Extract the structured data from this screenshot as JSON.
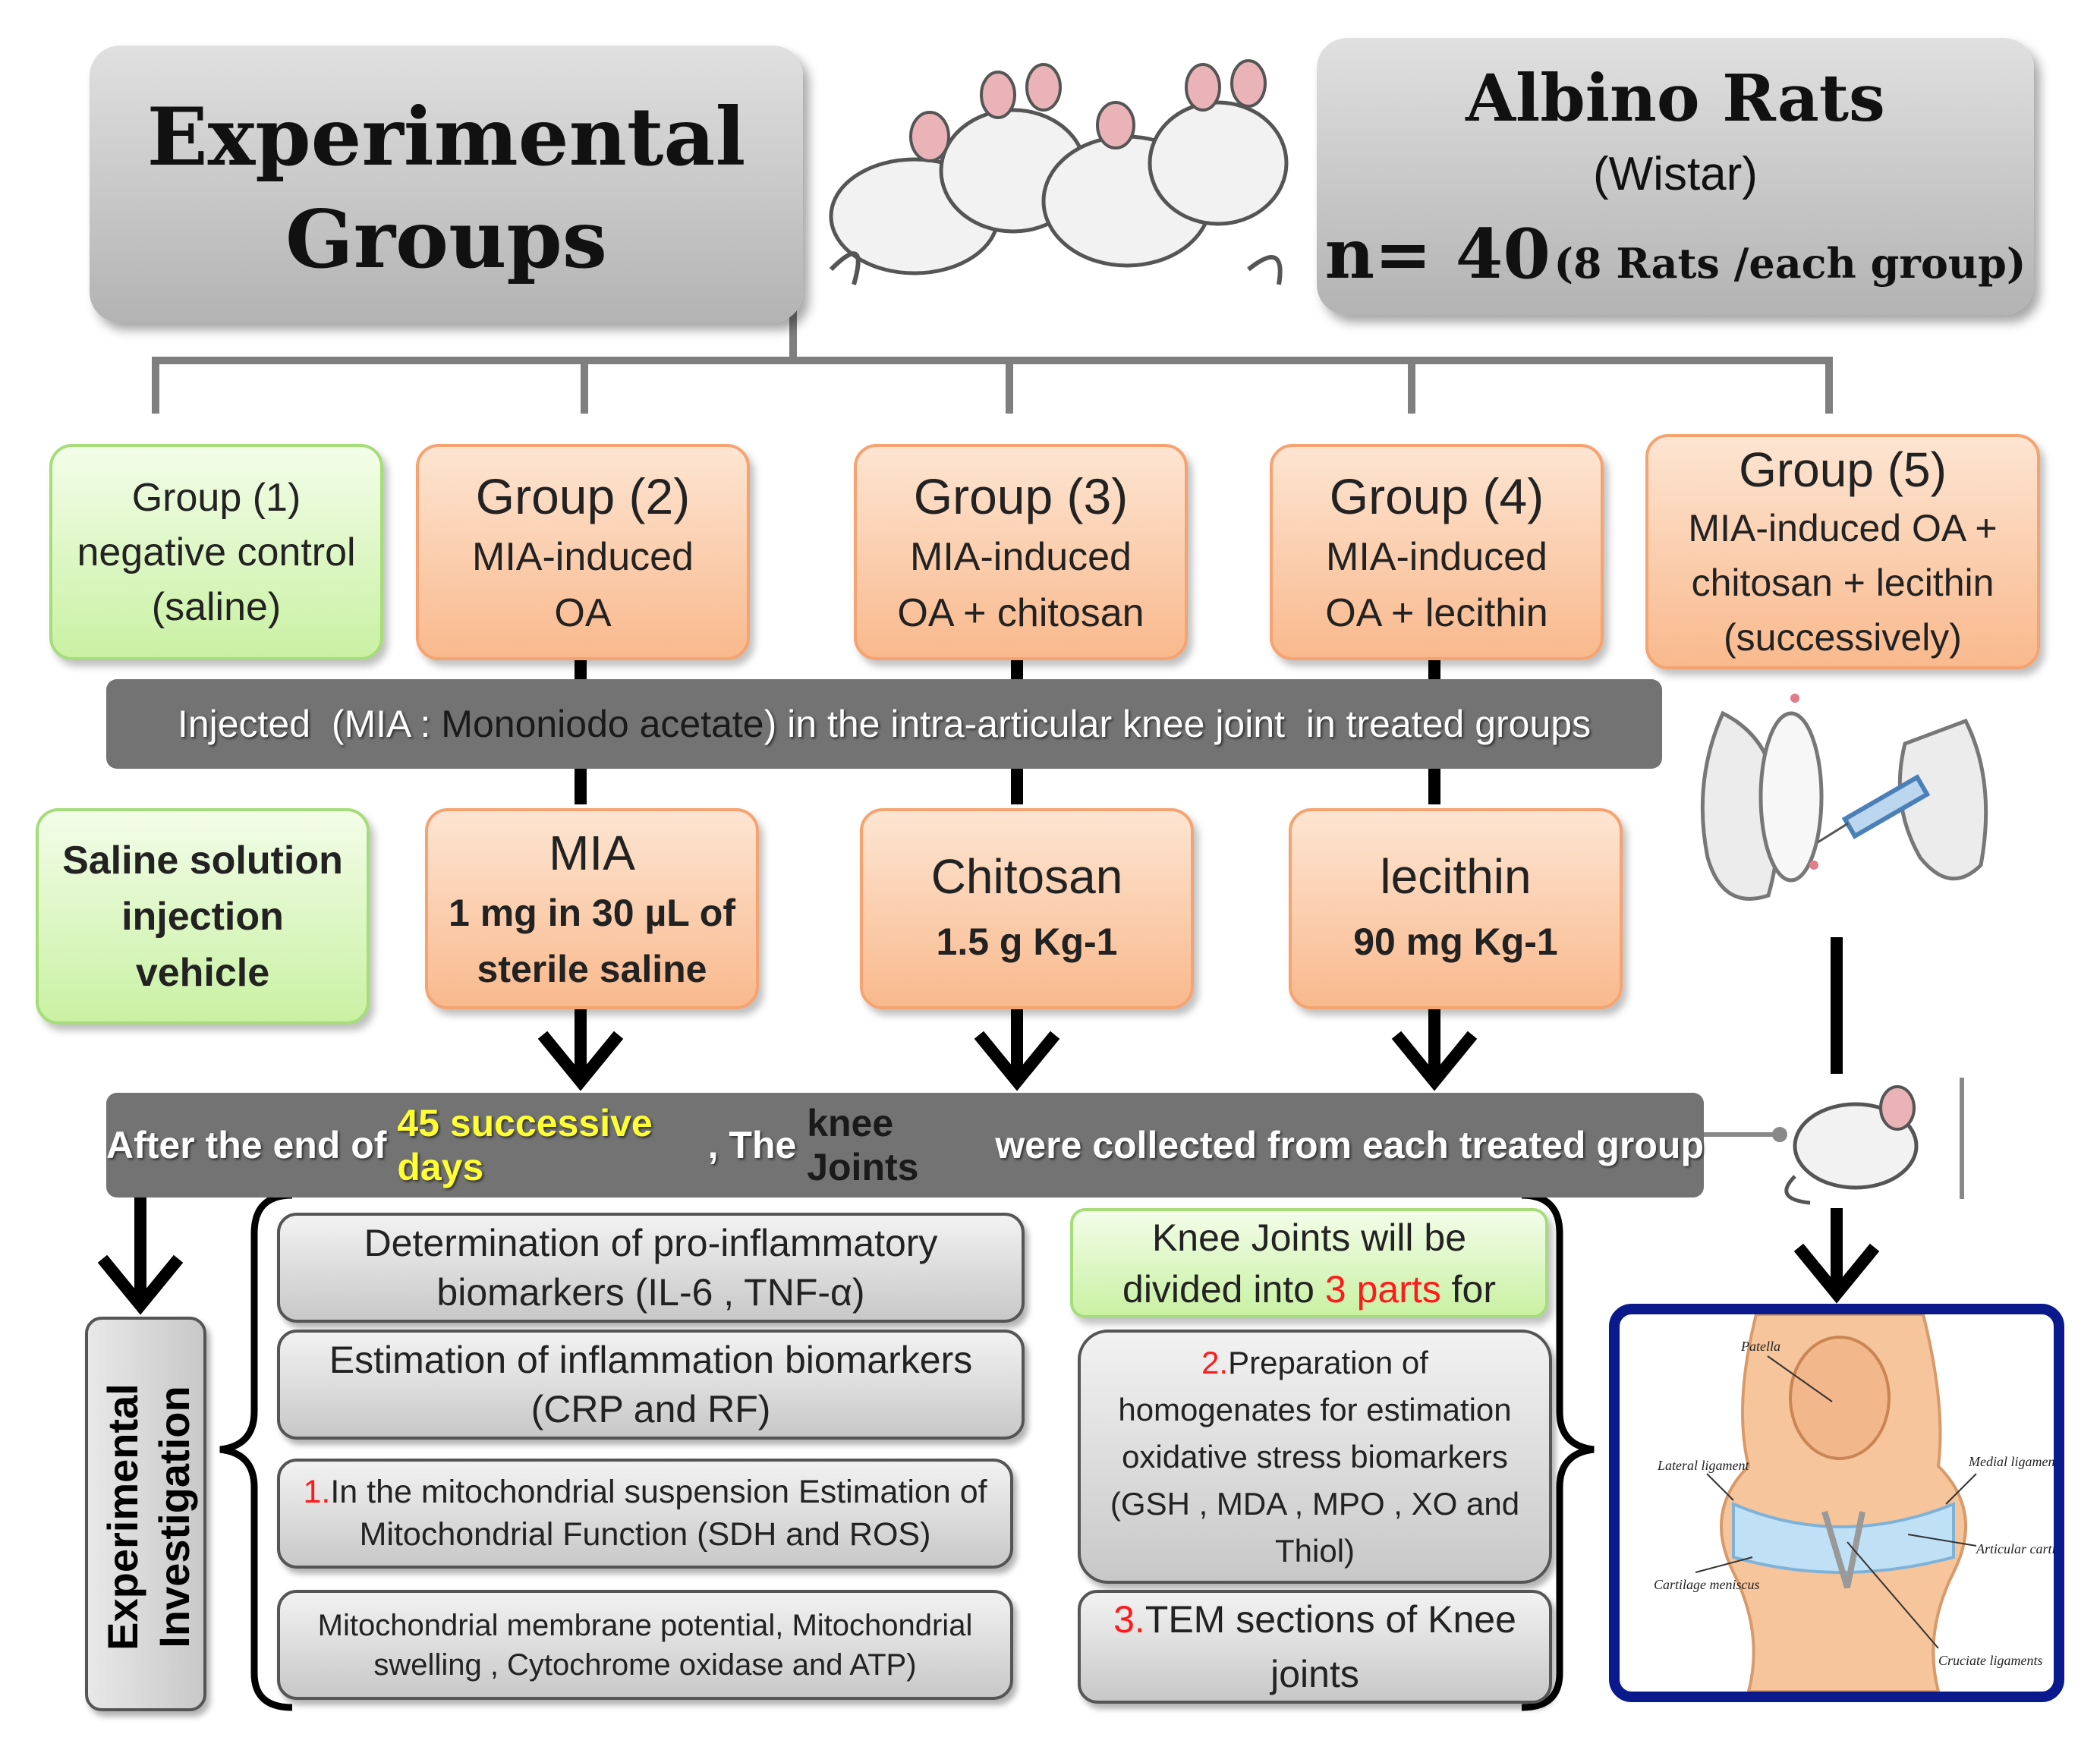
{
  "header": {
    "title_line1": "Experimental",
    "title_line2": "Groups",
    "rats_title": "Albino Rats",
    "rats_strain": "(Wistar)",
    "rats_n": "n= 40",
    "rats_per_group": "(8 Rats /each group)"
  },
  "groups": [
    {
      "label": "Group (1)",
      "desc1": "negative control",
      "desc2": "(saline)"
    },
    {
      "label": "Group (2)",
      "desc1": "MIA-induced",
      "desc2": "OA"
    },
    {
      "label": "Group (3)",
      "desc1": "MIA-induced",
      "desc2": "OA + chitosan"
    },
    {
      "label": "Group (4)",
      "desc1": "MIA-induced",
      "desc2": "OA + lecithin"
    },
    {
      "label": "Group (5)",
      "desc1": "MIA-induced OA +",
      "desc2": "chitosan + lecithin",
      "desc3": "(successively)"
    }
  ],
  "injection_band": {
    "part1": "Injected  (MIA : ",
    "part2": "Mononiodo acetate",
    "part3": ") in the intra-articular knee joint  in treated groups"
  },
  "treatments": [
    {
      "line1": "Saline solution",
      "line2": "injection",
      "line3": "vehicle"
    },
    {
      "line1": "MIA",
      "line2": "1 mg in 30 µL of",
      "line3": "sterile saline"
    },
    {
      "line1": "Chitosan",
      "line2": "1.5 g Kg-1"
    },
    {
      "line1": "lecithin",
      "line2": "90 mg Kg-1"
    }
  ],
  "collection_band": {
    "part1": "After the end of ",
    "part2": "45 successive days",
    "part3": " , The ",
    "part4": "knee Joints",
    "part5": " were collected from each treated group"
  },
  "investigation_label_line1": "Experimental",
  "investigation_label_line2": "Investigation",
  "left_boxes": [
    {
      "line1": "Determination of pro-inflammatory",
      "line2": "biomarkers (IL-6 , TNF-α)"
    },
    {
      "line1": "Estimation of inflammation biomarkers",
      "line2": "(CRP and RF)"
    },
    {
      "num": "1.",
      "line1": "In the mitochondrial suspension Estimation of",
      "line2": "Mitochondrial Function (SDH and ROS)"
    },
    {
      "line1": "Mitochondrial membrane potential, Mitochondrial",
      "line2": "swelling , Cytochrome oxidase  and ATP)"
    }
  ],
  "right_boxes": {
    "divide_line1": "Knee Joints will be",
    "divide_line2a": "divided into ",
    "divide_line2b": "3 parts",
    "divide_line2c": " for",
    "prep_num": "2.",
    "prep_line1": "Preparation of",
    "prep_line2": "homogenates for estimation",
    "prep_line3": "oxidative stress biomarkers",
    "prep_line4": "(GSH , MDA , MPO , XO and",
    "prep_line5": "Thiol)",
    "tem_num": "3.",
    "tem_line1": "TEM sections of Knee",
    "tem_line2": "joints"
  },
  "knee_labels": {
    "patella": "Patella",
    "lateral": "Lateral ligament",
    "medial": "Medial ligament",
    "articular": "Articular cartilage",
    "meniscus": "Cartilage meniscus",
    "cruciate": "Cruciate ligaments"
  },
  "colors": {
    "orange_fill": "#f9b98d",
    "green_fill": "#c9f1a3",
    "band_grey": "#737373",
    "highlight_yellow": "#ffff33",
    "highlight_red": "#ff1a1a",
    "knee_frame": "#0a1a8c"
  },
  "icons": [
    "rats-group-illustration",
    "injection-illustration",
    "rat-illustration",
    "knee-joint-illustration"
  ]
}
